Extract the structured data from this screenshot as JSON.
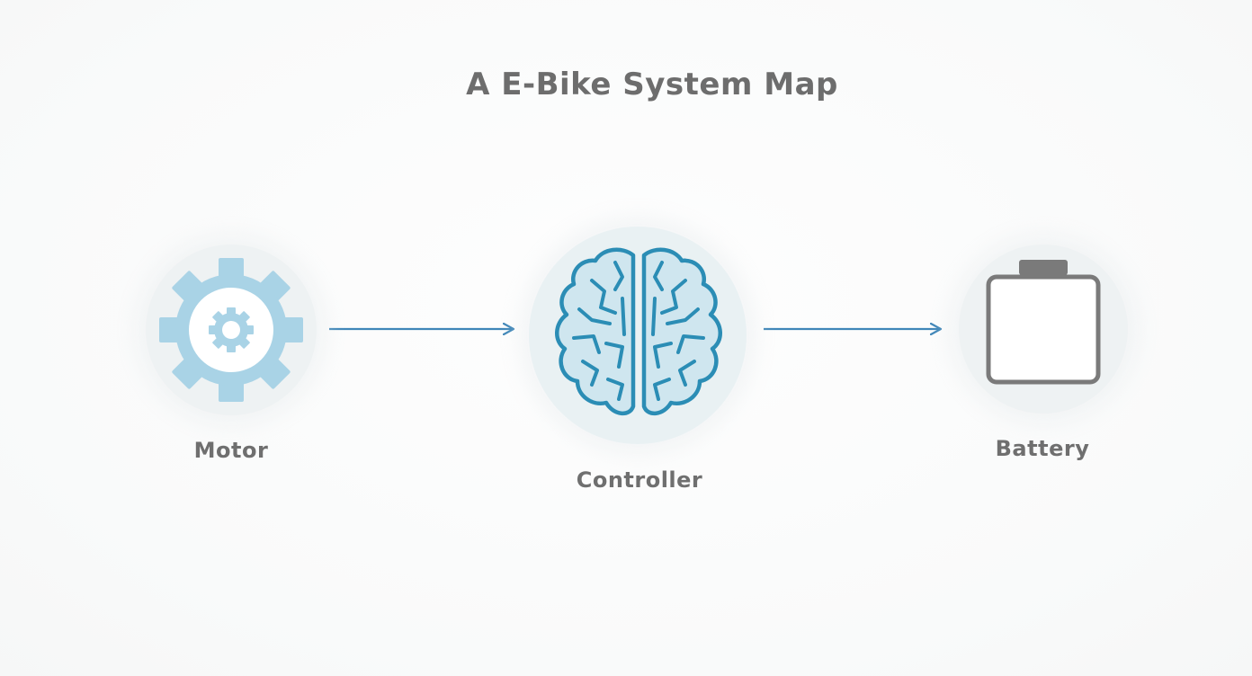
{
  "diagram": {
    "title": "A E-Bike System Map",
    "nodes": [
      {
        "id": "motor",
        "label": "Motor",
        "icon": "gear-icon"
      },
      {
        "id": "controller",
        "label": "Controller",
        "icon": "brain-icon"
      },
      {
        "id": "battery",
        "label": "Battery",
        "icon": "battery-icon"
      }
    ],
    "edges": [
      {
        "from": "motor",
        "to": "controller"
      },
      {
        "from": "controller",
        "to": "battery"
      }
    ],
    "colors": {
      "title": "#6d6d6d",
      "label": "#6f6f6f",
      "arrow": "#3f86b8",
      "gear": "#a9d3e6",
      "brain_stroke": "#2b8db5",
      "brain_fill": "#cfe6ef",
      "battery": "#7a7a7a"
    }
  }
}
